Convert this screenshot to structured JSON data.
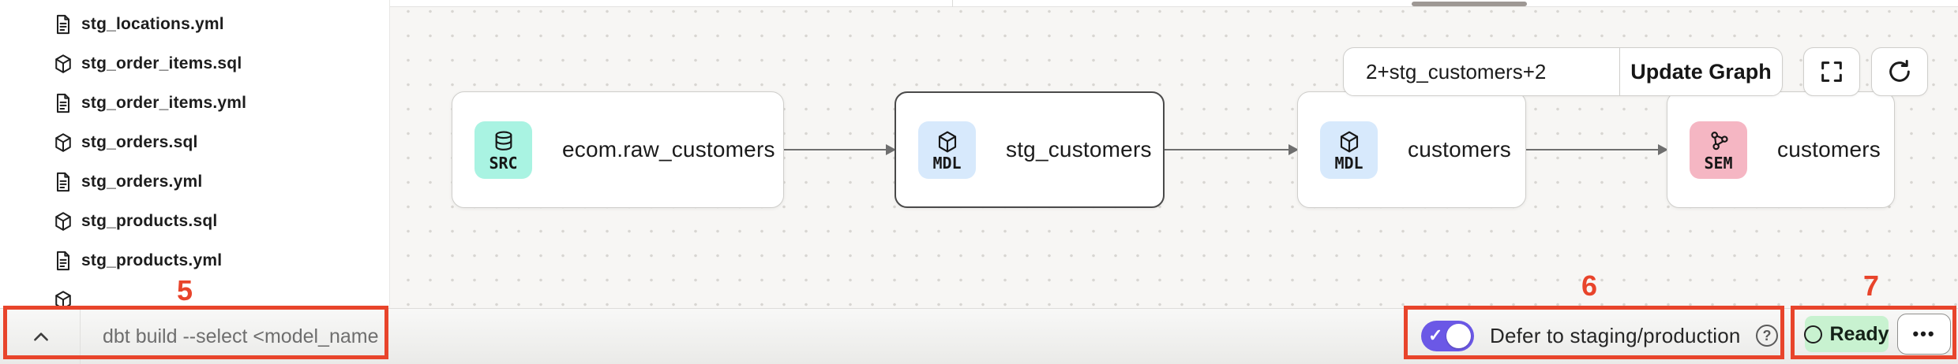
{
  "sidebar": {
    "files": [
      {
        "name": "stg_locations.yml",
        "kind": "yml"
      },
      {
        "name": "stg_order_items.sql",
        "kind": "sql"
      },
      {
        "name": "stg_order_items.yml",
        "kind": "yml"
      },
      {
        "name": "stg_orders.sql",
        "kind": "sql"
      },
      {
        "name": "stg_orders.yml",
        "kind": "yml"
      },
      {
        "name": "stg_products.sql",
        "kind": "sql"
      },
      {
        "name": "stg_products.yml",
        "kind": "yml"
      }
    ]
  },
  "lineage": {
    "selector": {
      "value": "2+stg_customers+2"
    },
    "update_graph_label": "Update Graph",
    "nodes": [
      {
        "badge": "SRC",
        "title": "ecom.raw_customers",
        "selected": false
      },
      {
        "badge": "MDL",
        "title": "stg_customers",
        "selected": true
      },
      {
        "badge": "MDL",
        "title": "customers",
        "selected": false
      },
      {
        "badge": "SEM",
        "title": "customers",
        "selected": false
      }
    ],
    "badge_colors": {
      "SRC": "#a9f3e2",
      "MDL": "#d7e9fc",
      "SEM": "#f5b6c3"
    }
  },
  "bottom_bar": {
    "command_input": {
      "value": "",
      "placeholder": "dbt build --select <model_name>"
    },
    "defer_toggle": {
      "label": "Defer to staging/production",
      "state": "on",
      "color": "#6b58e6",
      "check_glyph": "✓"
    },
    "help_glyph": "?",
    "status": {
      "label": "Ready",
      "color": "#c8f2d0"
    },
    "more_label": "•••"
  },
  "annotations": {
    "color": "#e8442b",
    "items": [
      {
        "number": "5"
      },
      {
        "number": "6"
      },
      {
        "number": "7"
      }
    ]
  }
}
